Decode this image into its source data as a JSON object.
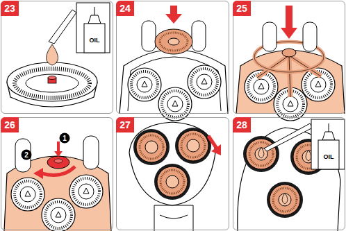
{
  "diagram": {
    "nodes": [
      {
        "text": [
          "23"
        ]
      },
      {
        "text": [
          "24"
        ]
      },
      {
        "text": [
          "25"
        ]
      },
      {
        "text": [
          "26"
        ]
      },
      {
        "text": [
          "27"
        ]
      },
      {
        "text": [
          "28"
        ]
      }
    ],
    "labels": [
      "OIL",
      "1",
      "2",
      "OIL"
    ]
  }
}
